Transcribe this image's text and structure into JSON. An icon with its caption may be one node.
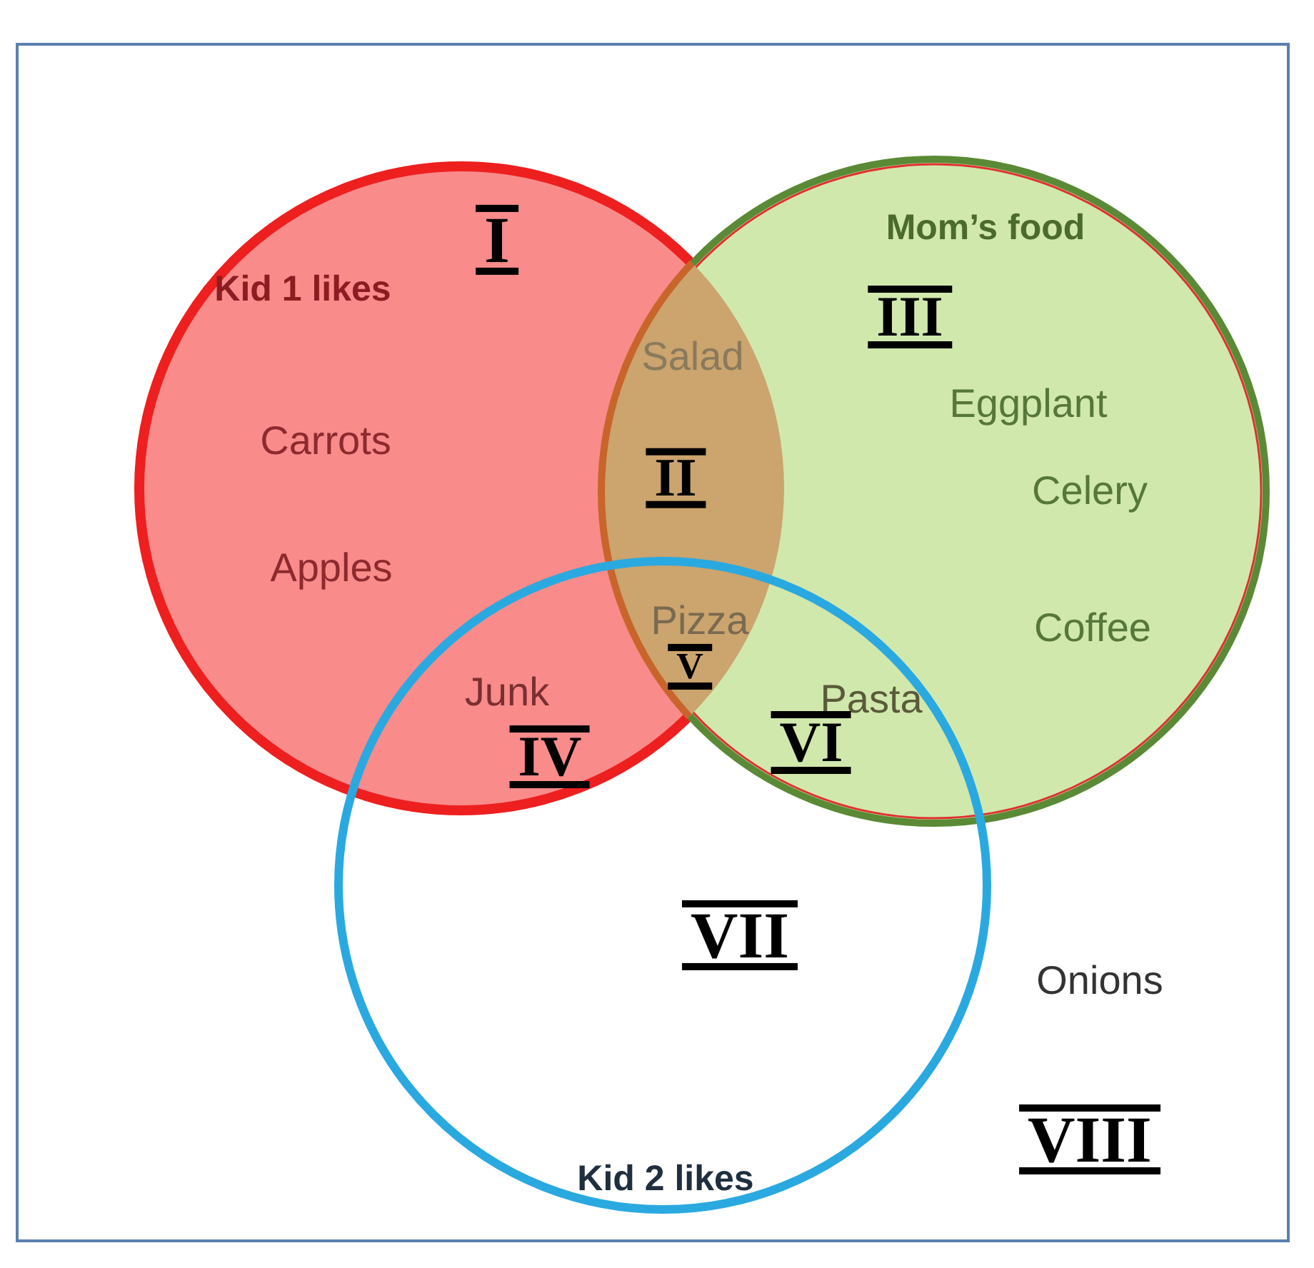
{
  "diagram": {
    "nodes": [
      {
        "text": [
          "Kid 1 likes"
        ]
      },
      {
        "text": [
          "Mom’s food"
        ]
      },
      {
        "text": [
          "Kid 2 likes"
        ]
      }
    ],
    "labels": [
      "I",
      "III",
      "Salad",
      "Eggplant",
      "Carrots",
      "II",
      "Celery",
      "Apples",
      "Pizza",
      "Coffee",
      "V",
      "Junk",
      "Pasta",
      "IV",
      "VI",
      "VII",
      "Onions",
      "VIII"
    ]
  }
}
